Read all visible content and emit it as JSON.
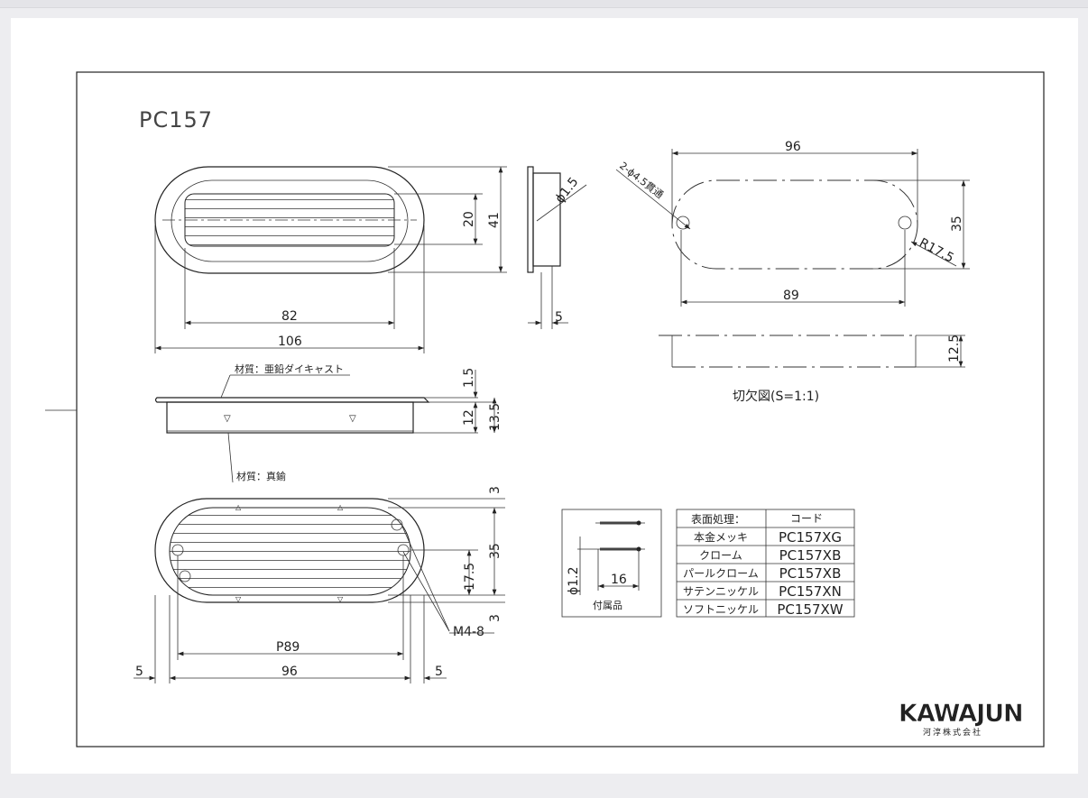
{
  "drawing": {
    "part_number": "PC157",
    "front_view": {
      "dims": {
        "inner_width": "82",
        "outer_width": "106",
        "grip_height": "20",
        "outer_height": "41"
      }
    },
    "side_view": {
      "dims": {
        "thickness": "5",
        "wire_dia": "ϕ1.5"
      }
    },
    "cutout_view": {
      "dims": {
        "hole_pitch_outer": "96",
        "hole_pitch": "89",
        "height": "35",
        "radius": "R17.5",
        "holes": "2-ϕ4.5貫通",
        "depth": "12.5"
      },
      "caption": "切欠図(S=1:1)"
    },
    "section_view": {
      "material_top": "材質：亜鉛ダイキャスト",
      "material_bottom": "材質：真鍮",
      "dims": {
        "flange": "1.5",
        "body": "12",
        "total": "13.5"
      }
    },
    "back_view": {
      "dims": {
        "top_margin": "3",
        "height": "35",
        "half_height": "17.5",
        "bottom_margin": "3",
        "pitch": "P89",
        "width": "96",
        "left_margin": "5",
        "right_margin": "5",
        "screw": "M4-8"
      }
    },
    "accessory": {
      "dia": "ϕ1.2",
      "length": "16",
      "label": "付属品"
    },
    "finish_table": {
      "headers": [
        "表面処理：",
        "コード"
      ],
      "rows": [
        [
          "本金メッキ",
          "PC157XG"
        ],
        [
          "クローム",
          "PC157XB"
        ],
        [
          "パールクローム",
          "PC157XB"
        ],
        [
          "サテンニッケル",
          "PC157XN"
        ],
        [
          "ソフトニッケル",
          "PC157XW"
        ]
      ]
    },
    "logo": {
      "brand": "KAWAJUN",
      "company": "河淳株式会社"
    }
  }
}
